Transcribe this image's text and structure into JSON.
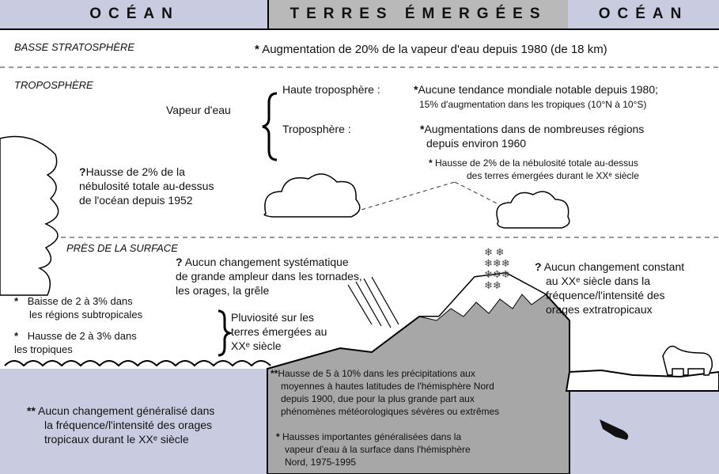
{
  "headers": {
    "ocean_left": "OCÉAN",
    "land": "TERRES ÉMERGÉES",
    "ocean_right": "OCÉAN"
  },
  "zones": {
    "stratosphere": "BASSE STRATOSPHÈRE",
    "troposphere": "TROPOSPHÈRE",
    "surface": "PRÈS DE LA SURFACE"
  },
  "stratosphere_note": {
    "mark": "*",
    "text": "Augmentation de 20% de la vapeur d'eau depuis 1980 (de 18 km)"
  },
  "water_vapour": {
    "label": "Vapeur d'eau",
    "high_label": "Haute troposphère :",
    "high_mark": "*",
    "high_line1": "Aucune tendance mondiale notable depuis 1980;",
    "high_line2": "15% d'augmentation dans les tropiques (10°N à 10°S)",
    "tropo_label": "Troposphère :",
    "tropo_mark": "*",
    "tropo_line1": "Augmentations dans de nombreuses régions",
    "tropo_line2": "depuis environ 1960"
  },
  "land_cloud_note": {
    "mark": "*",
    "line1": "Hausse de 2% de la nébulosité totale au-dessus",
    "line2": "des terres émergées durant le XXᵉ siècle"
  },
  "ocean_cloud_note": {
    "mark": "?",
    "line1": "Hausse de 2% de la",
    "line2": "nébulosité totale au-dessus",
    "line3": "de l'océan depuis 1952"
  },
  "tornado_note": {
    "mark": "?",
    "line1": "Aucun changement systématique",
    "line2": "de grande ampleur dans les tornades,",
    "line3": "les orages, la grêle"
  },
  "extratropical_note": {
    "mark": "?",
    "line1": "Aucun changement constant",
    "line2": "au XXᵉ siècle dans la",
    "line3": "fréquence/l'intensité des",
    "line4": "orages extratropicaux"
  },
  "subtropics_note": {
    "mark": "*",
    "line1": "Baisse de 2 à 3% dans",
    "line2": "les régions subtropicales"
  },
  "tropics_note": {
    "mark": "*",
    "line1": "Hausse de 2 à 3% dans",
    "line2": "les tropiques"
  },
  "land_rain_note": {
    "line1": "Pluviosité sur les",
    "line2": "terres émergées au",
    "line3": "XXᵉ siècle"
  },
  "nh_precip_note": {
    "mark": "**",
    "line1": "Hausse de 5 à 10% dans les précipitations aux",
    "line2": "moyennes à hautes latitudes de l'hémisphère Nord",
    "line3": "depuis 1900, due pour la plus grande part aux",
    "line4": "phénomènes météorologiques sévères ou extrêmes"
  },
  "surface_vapour_note": {
    "mark": "*",
    "line1": "Hausses importantes généralisées dans la",
    "line2": "vapeur d'eau à la surface dans l'hémisphère",
    "line3": "Nord, 1975-1995"
  },
  "tropical_storm_note": {
    "mark": "**",
    "line1": "Aucun changement généralisé dans",
    "line2": "la fréquence/l'intensité des orages",
    "line3": "tropicaux durant le XXᵉ siècle"
  },
  "colors": {
    "ocean": "#c9cce0",
    "land": "#b9b9b9",
    "mountain": "#a7a7a7"
  }
}
